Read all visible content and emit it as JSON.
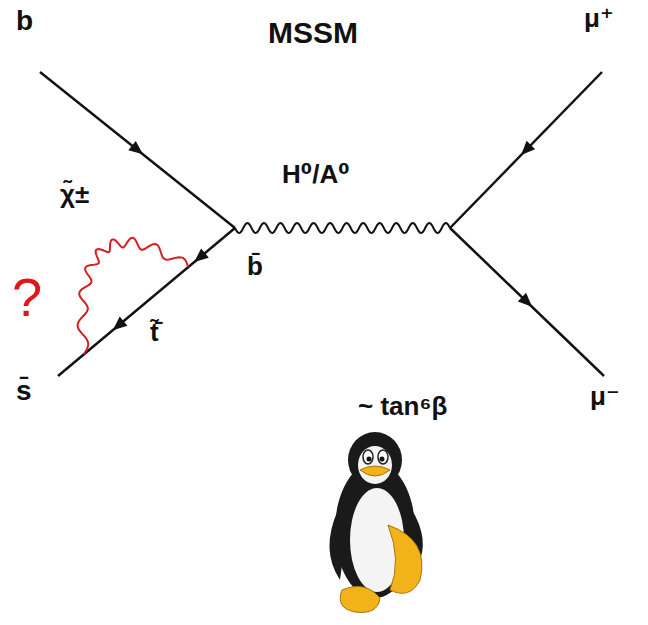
{
  "diagram": {
    "title": "MSSM",
    "labels": [
      "b",
      "μ⁺",
      "H⁰/A⁰",
      "χ̃±",
      "?",
      "b̄",
      "t̃̄",
      "s̄",
      "μ⁻",
      "~ tan⁶β"
    ]
  }
}
